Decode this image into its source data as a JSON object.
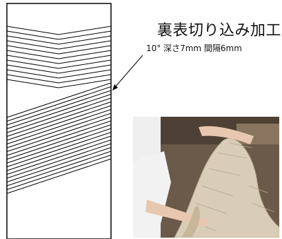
{
  "annotation": {
    "title": "裏表切り込み加工",
    "spec": "10° 深さ7mm 間隔6mm"
  },
  "photo": {
    "subject": "hands bending a kerf-cut plywood board into a wave shape",
    "colors": {
      "wood": "#d9cdb8",
      "background": "#6b5a49",
      "skin": "#e8c7b0",
      "shirt": "#f2f2f2"
    }
  },
  "colors": {
    "line": "#000000",
    "text": "#111111",
    "background": "#ffffff"
  }
}
